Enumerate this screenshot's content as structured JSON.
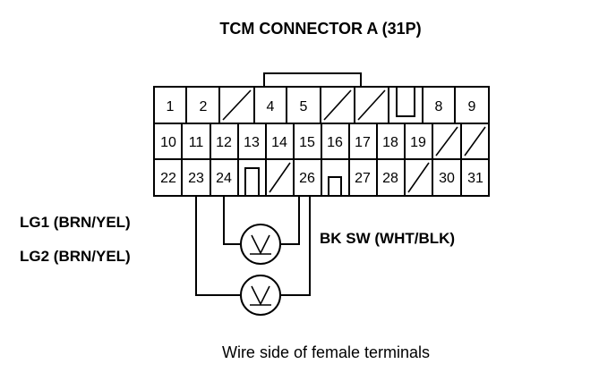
{
  "title": "TCM CONNECTOR A (31P)",
  "caption": "Wire side of female terminals",
  "wires": {
    "lg1": "LG1 (BRN/YEL)",
    "lg2": "LG2 (BRN/YEL)",
    "bk_sw": "BK SW (WHT/BLK)"
  },
  "connector": {
    "row1": [
      "1",
      "2",
      "",
      "4",
      "5",
      "",
      "",
      "",
      "8",
      "9"
    ],
    "row2": [
      "10",
      "11",
      "12",
      "13",
      "14",
      "15",
      "16",
      "17",
      "18",
      "19",
      "",
      ""
    ],
    "row3": [
      "22",
      "23",
      "24",
      "",
      "",
      "26",
      "",
      "27",
      "28",
      "",
      "30",
      "31"
    ]
  },
  "test_light_symbol": "V"
}
